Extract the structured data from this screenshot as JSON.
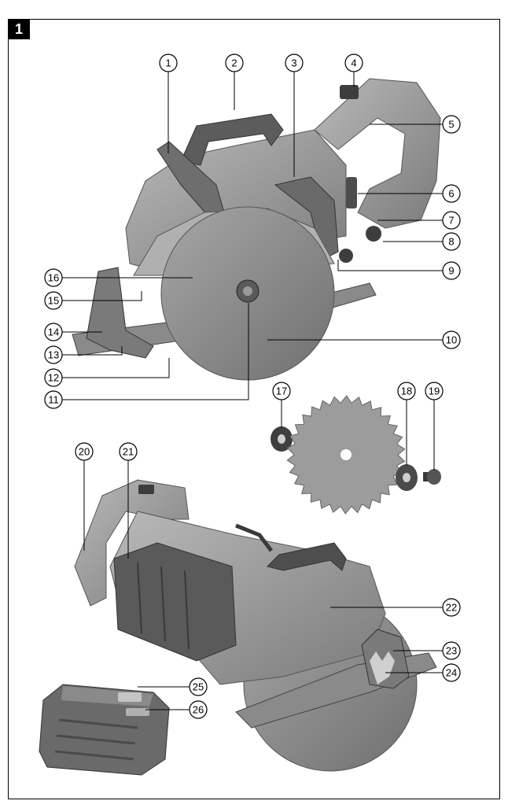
{
  "figure": {
    "number": "1"
  },
  "callouts": [
    "1",
    "2",
    "3",
    "4",
    "5",
    "6",
    "7",
    "8",
    "9",
    "10",
    "11",
    "12",
    "13",
    "14",
    "15",
    "16",
    "17",
    "18",
    "19",
    "20",
    "21",
    "22",
    "23",
    "24",
    "25",
    "26"
  ],
  "colors": {
    "body": "#9a9a9a",
    "dark": "#4a4a4a",
    "light": "#c6c6c6",
    "blade": "#8e8e8e",
    "outline": "#000000"
  }
}
